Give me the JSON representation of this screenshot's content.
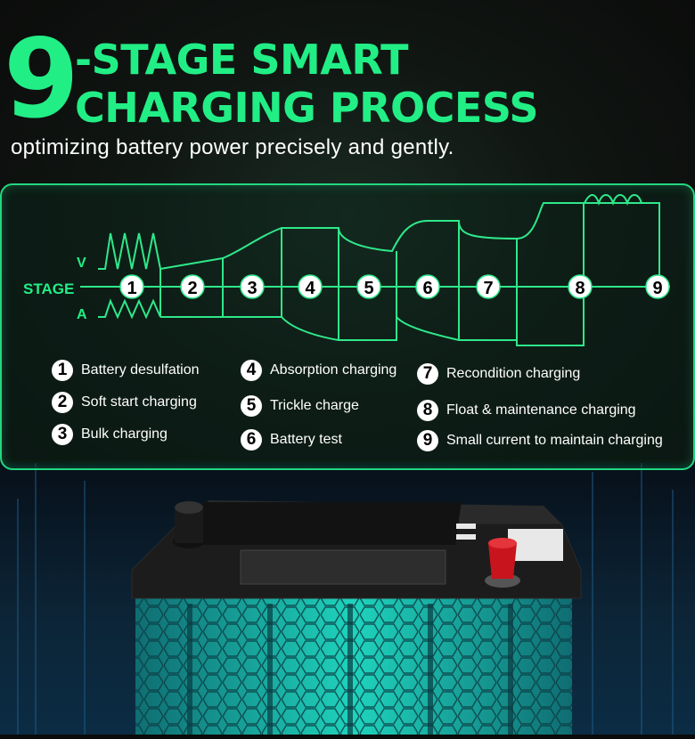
{
  "header": {
    "big_number": "9",
    "line1": "-STAGE SMART",
    "line2": "CHARGING PROCESS",
    "subtitle": "optimizing battery power precisely and gently."
  },
  "diagram": {
    "v_label": "V",
    "a_label": "A",
    "stage_label": "STAGE",
    "stage_numbers": [
      "1",
      "2",
      "3",
      "4",
      "5",
      "6",
      "7",
      "8",
      "9"
    ]
  },
  "legend": [
    {
      "num": "1",
      "label": "Battery desulfation"
    },
    {
      "num": "2",
      "label": "Soft start charging"
    },
    {
      "num": "3",
      "label": "Bulk charging"
    },
    {
      "num": "4",
      "label": "Absorption charging"
    },
    {
      "num": "5",
      "label": "Trickle charge"
    },
    {
      "num": "6",
      "label": "Battery test"
    },
    {
      "num": "7",
      "label": "Recondition charging"
    },
    {
      "num": "8",
      "label": "Float & maintenance charging"
    },
    {
      "num": "9",
      "label": "Small current to maintain charging"
    }
  ],
  "colors": {
    "accent_green": "#22ee86",
    "line_green": "#2fe88a",
    "background": "#0b0b0b",
    "battery_teal": "#19c9b6"
  },
  "icons": [
    "battery-image"
  ]
}
